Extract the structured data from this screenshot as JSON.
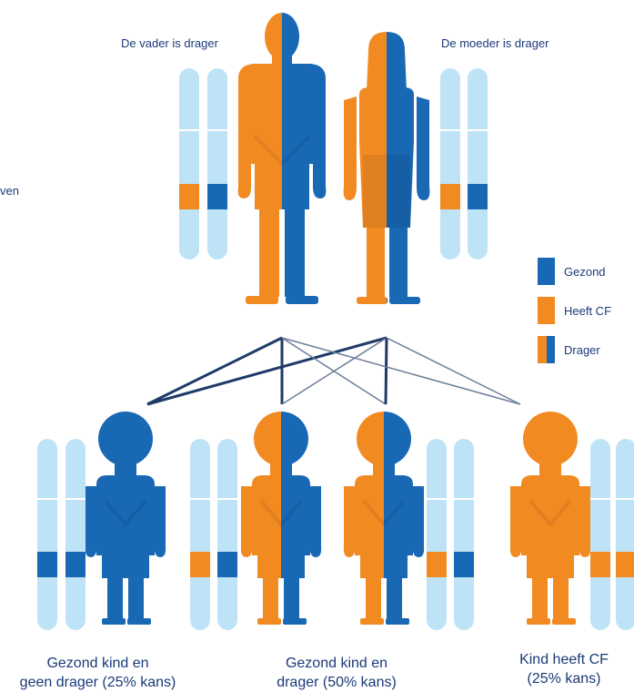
{
  "colors": {
    "blue": "#1868b4",
    "orange": "#f28a22",
    "light_blue": "#bfe3f6",
    "line": "#1f3a68"
  },
  "left_edge_fragment": "ven",
  "parents": {
    "father_label": "De vader is drager",
    "mother_label": "De moeder is drager"
  },
  "legend": [
    {
      "label": "Gezond",
      "icon": "healthy-swatch"
    },
    {
      "label": "Heeft CF",
      "icon": "cf-swatch"
    },
    {
      "label": "Drager",
      "icon": "carrier-swatch"
    }
  ],
  "children": [
    {
      "caption_line1": "Gezond kind en",
      "caption_line2": "geen drager (25% kans)"
    },
    {
      "caption_line1": "Gezond kind en",
      "caption_line2": "drager (50% kans)"
    },
    {
      "caption_line1": "Kind heeft CF",
      "caption_line2": "(25% kans)"
    }
  ]
}
